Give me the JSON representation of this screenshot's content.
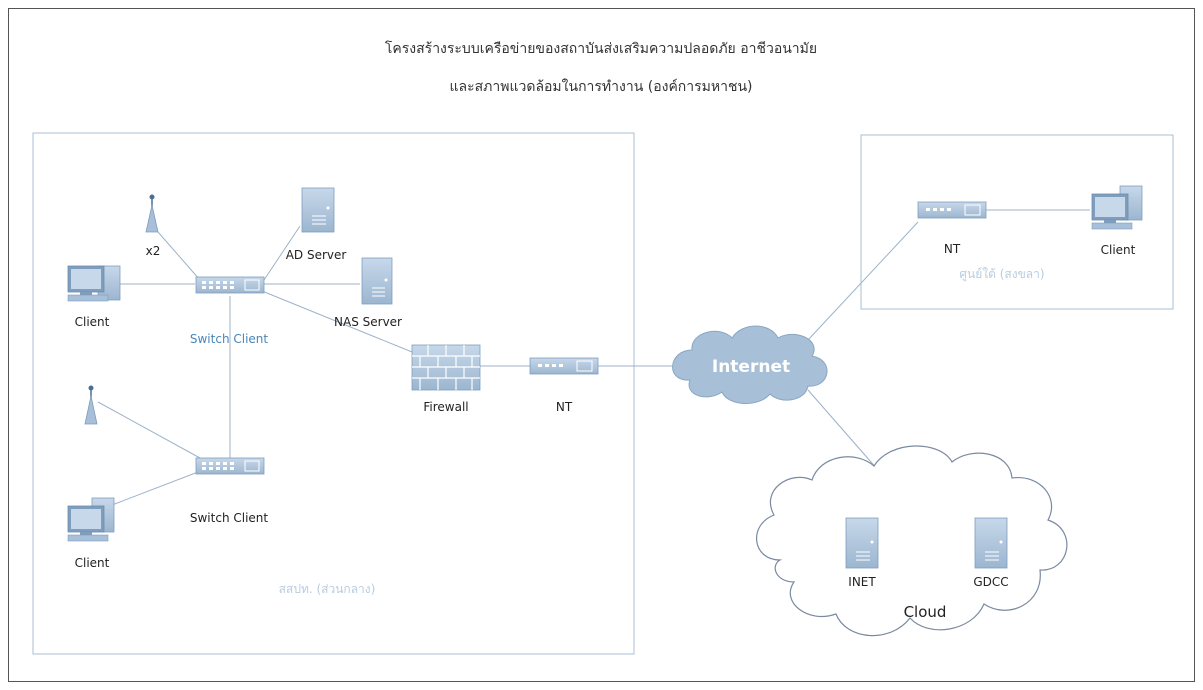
{
  "title_line1": "โครงสร้างระบบเครือข่ายของสถาบันส่งเสริมความปลอดภัย อาชีวอนามัย",
  "title_line2": "และสภาพแวดล้อมในการทำงาน (องค์การมหาชน)",
  "main_site_label": "สสปท. (ส่วนกลาง)",
  "branch_site_label": "ศูนย์ใต้ (สงขลา)",
  "labels": {
    "ap_count": "x2",
    "ad_server": "AD Server",
    "nas_server": "NAS Server",
    "client_top": "Client",
    "switch_top": "Switch Client",
    "switch_bottom": "Switch Client",
    "client_bottom": "Client",
    "firewall": "Firewall",
    "nt_main": "NT",
    "internet": "Internet",
    "nt_branch": "NT",
    "client_branch": "Client",
    "inet": "INET",
    "gdcc": "GDCC",
    "cloud": "Cloud"
  },
  "colors": {
    "device": "#a7bfd8",
    "device_dark": "#7f9dbd",
    "line": "#9db3c9",
    "box_border": "#a9bfd3",
    "cloud_stroke": "#7a8aa0"
  }
}
